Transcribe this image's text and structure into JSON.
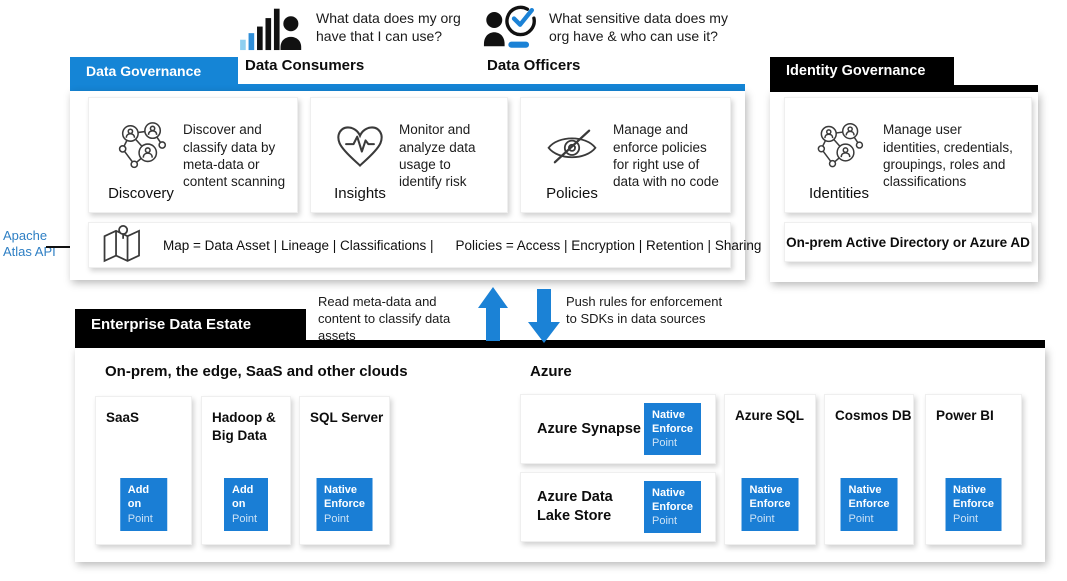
{
  "colors": {
    "accent_blue": "#1585d6",
    "button_blue": "#1a7ed5",
    "light_blue_bar": "#8ecff0",
    "black": "#000000",
    "atlas_blue": "#2e7fc4"
  },
  "personas": {
    "consumers": {
      "icon": "bar-chart-person-icon",
      "question": "What data does my org have that I can use?",
      "label": "Data Consumers"
    },
    "officers": {
      "icon": "person-check-icon",
      "question": "What sensitive data does my org have & who can use it?",
      "label": "Data Officers"
    }
  },
  "data_governance": {
    "tab": "Data Governance",
    "cards": [
      {
        "title": "Discovery",
        "icon": "people-network-icon",
        "description": "Discover and classify data by meta-data or content scanning"
      },
      {
        "title": "Insights",
        "icon": "heart-pulse-icon",
        "description": "Monitor and analyze data usage to identify risk"
      },
      {
        "title": "Policies",
        "icon": "eye-slash-icon",
        "description": "Manage and enforce policies for right use of data with no code"
      }
    ],
    "map_row": {
      "icon": "map-icon",
      "map_text": "Map = Data Asset | Lineage | Classifications |",
      "policies_text": "Policies = Access | Encryption | Retention | Sharing"
    },
    "atlas_label": "Apache Atlas API"
  },
  "identity_governance": {
    "tab": "Identity Governance",
    "card": {
      "title": "Identities",
      "icon": "people-network-icon",
      "description": "Manage user identities, credentials, groupings, roles and classifications"
    },
    "directory": "On-prem Active Directory or Azure AD"
  },
  "flows": {
    "read": "Read meta-data and content to classify data assets",
    "push": "Push rules for enforcement to SDKs in data sources"
  },
  "enterprise": {
    "tab": "Enterprise Data Estate",
    "left_heading": "On-prem, the edge, SaaS and other clouds",
    "right_heading": "Azure",
    "cards": {
      "saas": {
        "title": "SaaS",
        "badge": [
          "Add on",
          "Point"
        ]
      },
      "hadoop": {
        "title": "Hadoop & Big Data",
        "badge": [
          "Add on",
          "Point"
        ]
      },
      "sql_server": {
        "title": "SQL Server",
        "badge": [
          "Native",
          "Enforce",
          "Point"
        ]
      },
      "synapse": {
        "title": "Azure Synapse",
        "badge": [
          "Native",
          "Enforce",
          "Point"
        ]
      },
      "data_lake": {
        "title": "Azure Data Lake Store",
        "badge": [
          "Native",
          "Enforce",
          "Point"
        ]
      },
      "azure_sql": {
        "title": "Azure SQL",
        "badge": [
          "Native",
          "Enforce",
          "Point"
        ]
      },
      "cosmos": {
        "title": "Cosmos DB",
        "badge": [
          "Native",
          "Enforce",
          "Point"
        ]
      },
      "power_bi": {
        "title": "Power BI",
        "badge": [
          "Native",
          "Enforce",
          "Point"
        ]
      }
    }
  }
}
